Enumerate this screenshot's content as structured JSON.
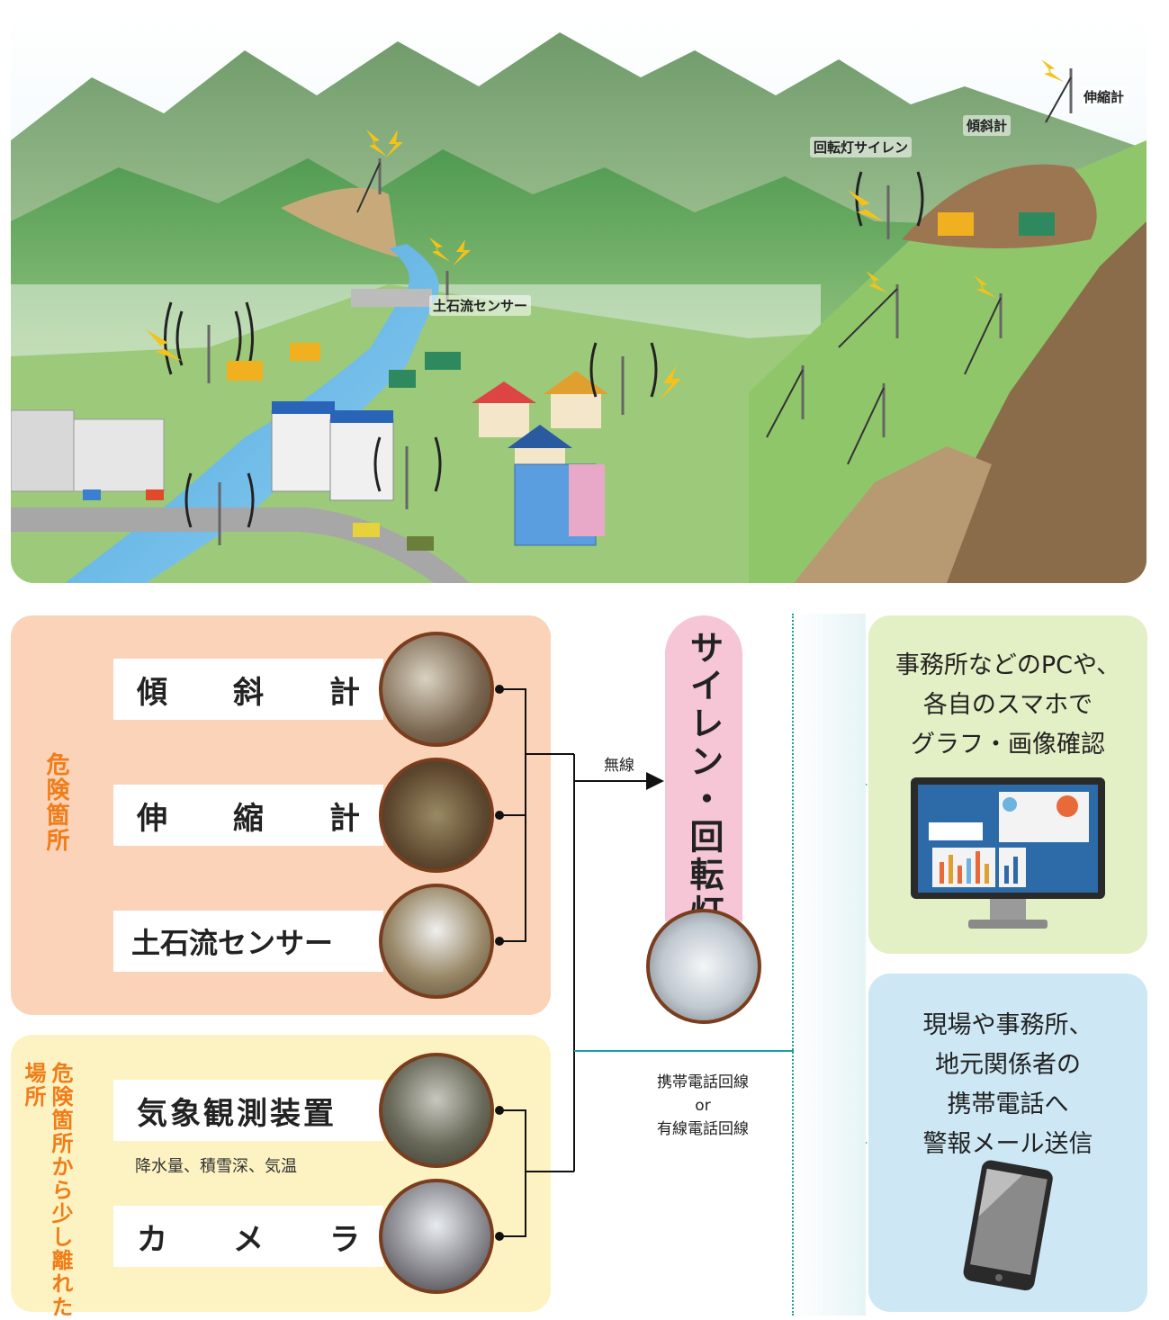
{
  "scene": {
    "labels": {
      "debris_sensor": "土石流センサー",
      "siren": "回転灯サイレン",
      "tiltmeter": "傾斜計",
      "extensometer": "伸縮計"
    }
  },
  "danger_panel": {
    "title": "危険箇所",
    "items": [
      "傾斜計",
      "伸縮計",
      "土石流センサー"
    ]
  },
  "near_panel": {
    "title_line1": "危険箇所から",
    "title_line2": "少し離れた場所",
    "weather": "気象観測装置",
    "weather_note": "降水量、積雪深、気温",
    "camera": "カメラ"
  },
  "links": {
    "wireless": "無線",
    "phone_line1": "携帯電話回線",
    "phone_line2": "or",
    "phone_line3": "有線電話回線"
  },
  "siren_box": {
    "label": "サイレン・回転灯"
  },
  "pc_panel": {
    "line1": "事務所などのPCや、",
    "line2": "各自のスマホで",
    "line3": "グラフ・画像確認"
  },
  "mail_panel": {
    "line1": "現場や事務所、",
    "line2": "地元関係者の",
    "line3": "携帯電話へ",
    "line4": "警報メール送信"
  },
  "colors": {
    "danger_orange": "#ef7d1a",
    "arrow_teal": "#1aa0a0"
  }
}
